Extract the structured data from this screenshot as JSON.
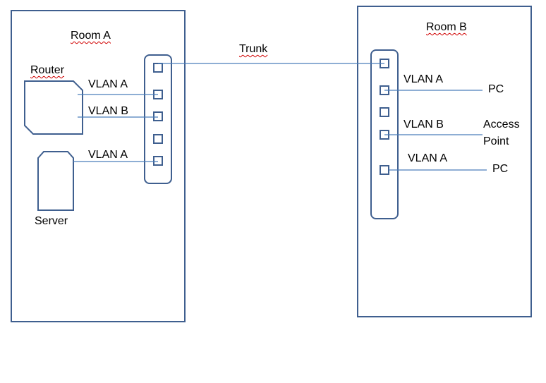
{
  "diagram": {
    "colors": {
      "shape_stroke": "#3F5F8F",
      "link_stroke": "#4A7EBB",
      "text": "#000000",
      "spellcheck": "#D00000",
      "background": "#FFFFFF"
    },
    "rooms": [
      {
        "id": "room-a",
        "label": "Room A"
      },
      {
        "id": "room-b",
        "label": "Room B"
      }
    ],
    "devices": {
      "router": {
        "label": "Router"
      },
      "server": {
        "label": "Server"
      },
      "switch_a": {
        "port_count": 5
      },
      "switch_b": {
        "port_count": 5
      }
    },
    "links": {
      "trunk": {
        "label": "Trunk"
      },
      "room_a": [
        {
          "from": "Router",
          "vlan": "VLAN A",
          "switch_port": 2
        },
        {
          "from": "Router",
          "vlan": "VLAN B",
          "switch_port": 3
        },
        {
          "from": "Server",
          "vlan": "VLAN A",
          "switch_port": 5
        }
      ],
      "room_b": [
        {
          "to": "PC",
          "vlan": "VLAN A",
          "switch_port": 2
        },
        {
          "to": "Access Point",
          "vlan": "VLAN B",
          "switch_port": 4
        },
        {
          "to": "PC",
          "vlan": "VLAN A",
          "switch_port": 5
        }
      ]
    },
    "endpoints": {
      "pc1": "PC",
      "ap_line1": "Access",
      "ap_line2": "Point",
      "pc2": "PC"
    }
  }
}
